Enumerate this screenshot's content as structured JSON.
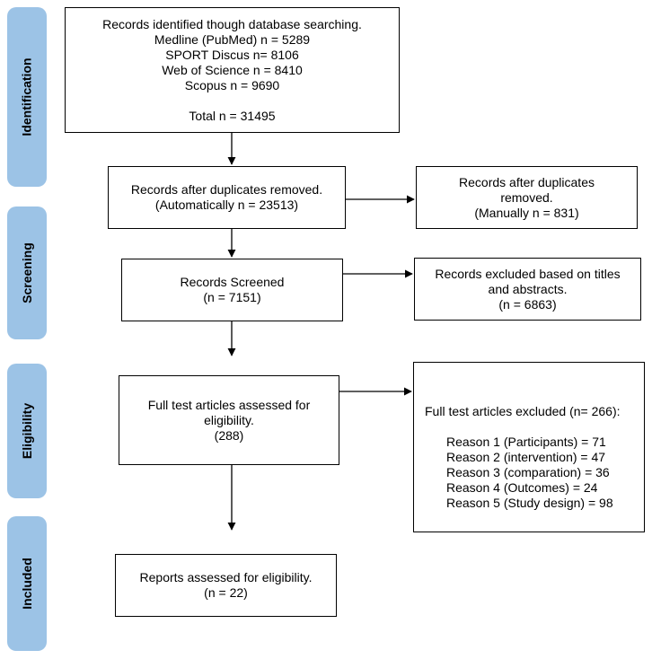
{
  "phases": {
    "identification": "Identification",
    "screening": "Screening",
    "eligibility": "Eligibility",
    "included": "Included"
  },
  "identified": {
    "line1": "Records identified though database searching.",
    "line2": "Medline (PubMed) n = 5289",
    "line3": "SPORT Discus n= 8106",
    "line4": "Web of Science n = 8410",
    "line5": "Scopus n = 9690",
    "line6": "Total n = 31495"
  },
  "dup_auto": {
    "line1": "Records after duplicates removed.",
    "line2": "(Automatically n = 23513)"
  },
  "dup_manual": {
    "line1": "Records after duplicates",
    "line2": "removed.",
    "line3": "(Manually n = 831)"
  },
  "screened": {
    "line1": "Records Screened",
    "line2": "(n = 7151)"
  },
  "excluded_titles": {
    "line1": "Records excluded based on titles",
    "line2": "and abstracts.",
    "line3": "(n = 6863)"
  },
  "fulltext": {
    "line1": "Full test articles assessed for",
    "line2": "eligibility.",
    "line3": "(288)"
  },
  "fulltext_excluded": {
    "title": "Full test articles excluded (n= 266):",
    "reason1": "Reason 1 (Participants) = 71",
    "reason2": "Reason 2 (intervention) = 47",
    "reason3": "Reason 3 (comparation) = 36",
    "reason4": "Reason 4 (Outcomes) = 24",
    "reason5": "Reason 5 (Study design) = 98"
  },
  "included": {
    "line1": "Reports assessed for eligibility.",
    "line2": "(n = 22)"
  }
}
